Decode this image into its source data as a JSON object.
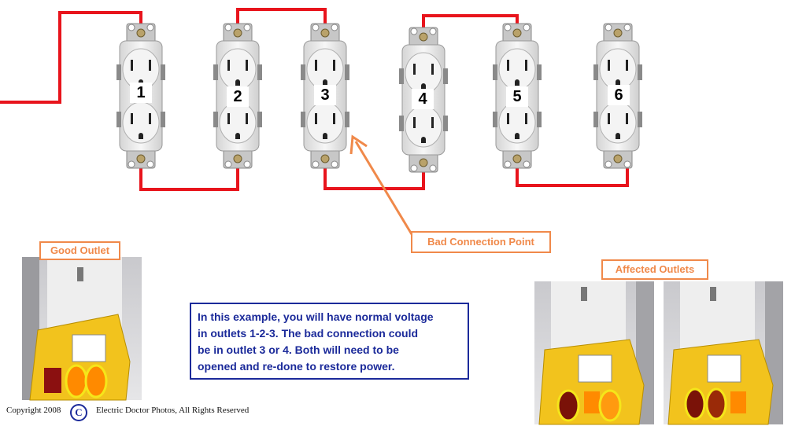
{
  "outlets": [
    {
      "label": "1"
    },
    {
      "label": "2"
    },
    {
      "label": "3"
    },
    {
      "label": "4"
    },
    {
      "label": "5"
    },
    {
      "label": "6"
    }
  ],
  "callouts": {
    "bad_connection": "Bad Connection Point",
    "good_outlet": "Good Outlet",
    "affected_outlets": "Affected Outlets"
  },
  "note": {
    "line1": "In this example, you will have normal voltage",
    "line2": "in outlets 1-2-3.  The bad connection could",
    "line3": "be in outlet 3 or 4.  Both will need to be",
    "line4": "opened and re-done to restore power."
  },
  "footer": {
    "copyright": "Copyright 2008",
    "symbol": "C",
    "credit": "Electric Doctor Photos,  All Rights Reserved"
  },
  "colors": {
    "wire": "#e8141c",
    "callout": "#f0894a",
    "note_border": "#1b2a9a",
    "tester_body": "#f2c31d",
    "light_lit": "#ff8a00",
    "highlight_ring": "#f5e61a"
  },
  "icons": {
    "copyright": "copyright-icon",
    "arrow": "arrow-icon"
  }
}
